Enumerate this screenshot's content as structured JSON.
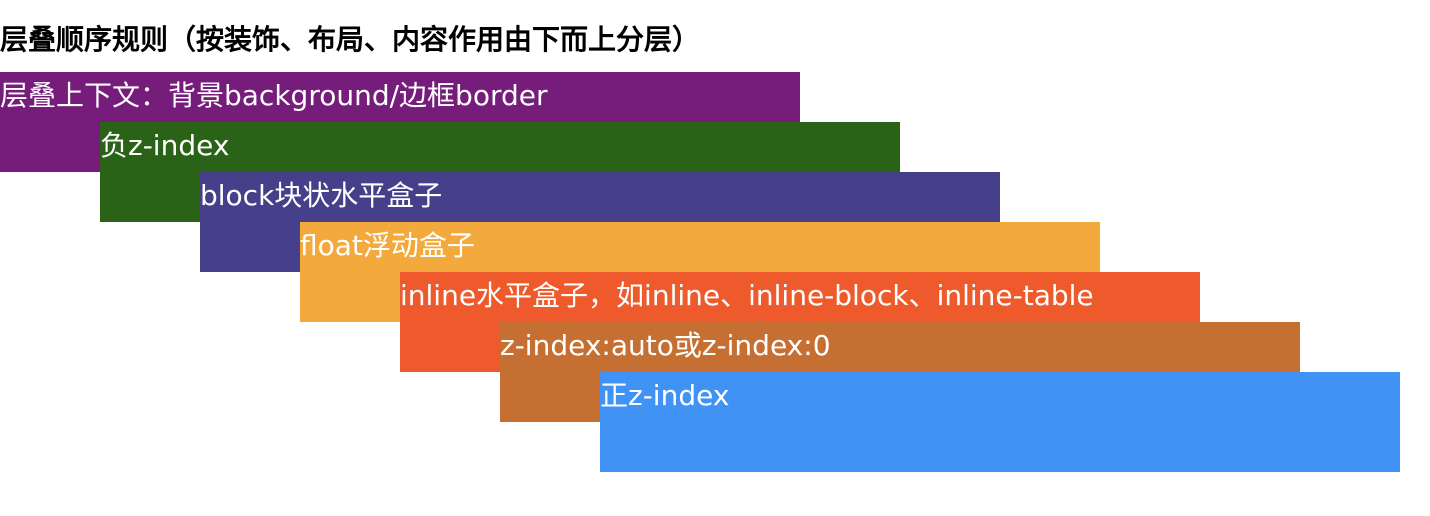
{
  "title": "层叠顺序规则（按装饰、布局、内容作用由下而上分层）",
  "layers": [
    {
      "label": "层叠上下文：背景background/边框border",
      "color": "#761C7A"
    },
    {
      "label": "负z-index",
      "color": "#2A6317"
    },
    {
      "label": "block块状水平盒子",
      "color": "#463F8A"
    },
    {
      "label": "float浮动盒子",
      "color": "#F3A93B"
    },
    {
      "label": "inline水平盒子，如inline、inline-block、inline-table",
      "color": "#EE5A2B"
    },
    {
      "label": "z-index:auto或z-index:0",
      "color": "#C66F33"
    },
    {
      "label": "正z-index",
      "color": "#4192F5"
    }
  ]
}
